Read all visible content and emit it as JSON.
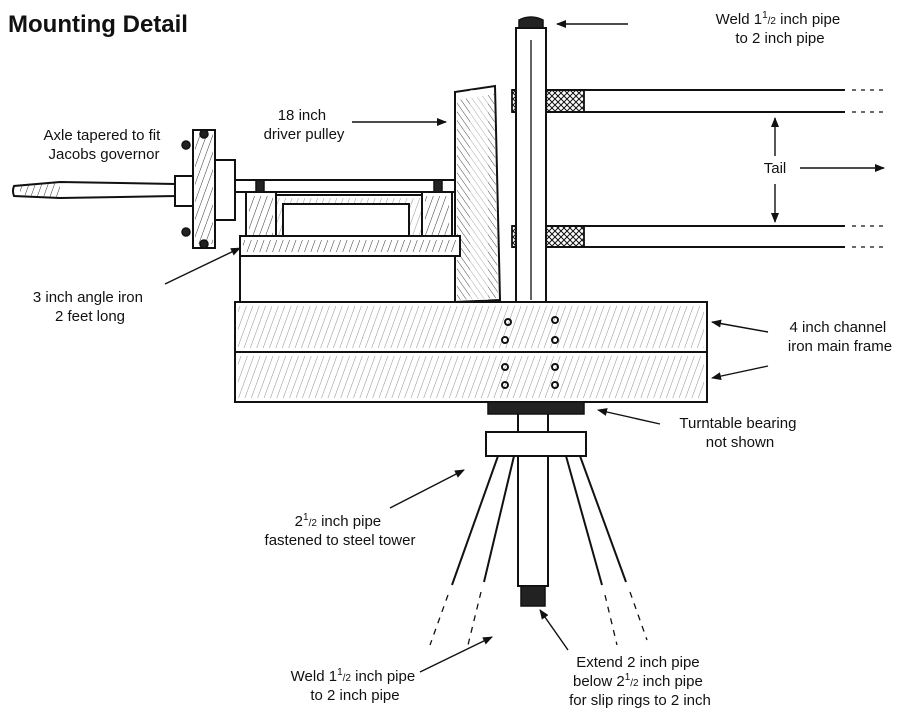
{
  "title": "Mounting Detail",
  "labels": {
    "weld_top_line1_pre": "Weld 1",
    "weld_top_line1_sup": "1",
    "weld_top_line1_frac": "/2",
    "weld_top_line1_post": " inch pipe",
    "weld_top_line2": "to 2 inch pipe",
    "pulley_line1": "18 inch",
    "pulley_line2": "driver pulley",
    "axle_line1": "Axle tapered to fit",
    "axle_line2": "Jacobs governor",
    "tail": "Tail",
    "angle_line1": "3 inch angle iron",
    "angle_line2": "2 feet long",
    "channel_line1": "4 inch channel",
    "channel_line2": "iron main frame",
    "turntable_line1": "Turntable bearing",
    "turntable_line2": "not shown",
    "pipe25_line1_pre": "2",
    "pipe25_line1_sup": "1",
    "pipe25_line1_frac": "/2",
    "pipe25_line1_post": " inch pipe",
    "pipe25_line2": "fastened to steel tower",
    "weld_bot_line1_pre": "Weld 1",
    "weld_bot_line1_sup": "1",
    "weld_bot_line1_frac": "/2",
    "weld_bot_line1_post": " inch pipe",
    "weld_bot_line2": "to 2 inch pipe",
    "extend_line1": "Extend 2 inch pipe",
    "extend_line2_pre": "below 2",
    "extend_line2_sup": "1",
    "extend_line2_frac": "/2",
    "extend_line2_post": " inch pipe",
    "extend_line3": "for slip rings to 2 inch"
  }
}
